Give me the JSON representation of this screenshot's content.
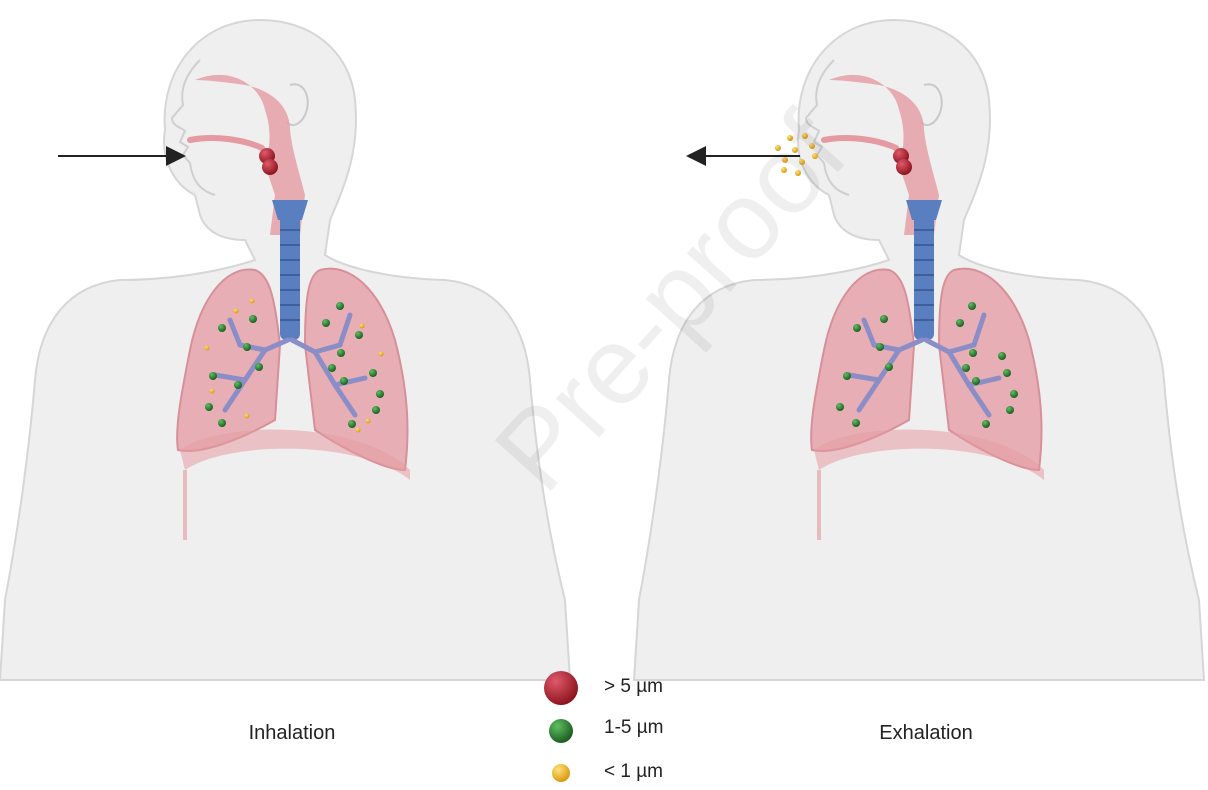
{
  "panels": {
    "left": {
      "caption": "Inhalation"
    },
    "right": {
      "caption": "Exhalation"
    }
  },
  "legend": {
    "large": {
      "label": "> 5 µm",
      "color": "#b0222e"
    },
    "medium": {
      "label": "1-5 µm",
      "color": "#2e7d32"
    },
    "small": {
      "label": "< 1 µm",
      "color": "#f2c12e"
    }
  },
  "watermark": "Pre-proof",
  "colors": {
    "body": "#efefef",
    "airway": "#e59aa2",
    "trachea": "#5a7fc0",
    "bronchi": "#8a8dc6",
    "arrow": "#222222"
  }
}
